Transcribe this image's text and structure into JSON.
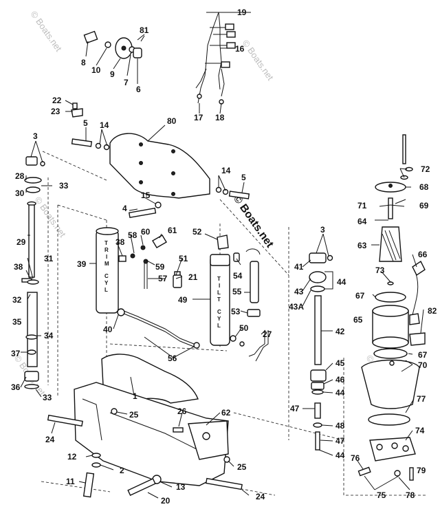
{
  "watermark": {
    "text": "© Boats.net",
    "text_center": "© Boats.net"
  },
  "cylinders": {
    "trim": [
      "T",
      "R",
      "I",
      "M",
      "C",
      "Y",
      "L"
    ],
    "tilt": [
      "T",
      "I",
      "L",
      "T",
      "C",
      "Y",
      "L"
    ]
  },
  "callouts": [
    {
      "id": "19",
      "text": "19"
    },
    {
      "id": "16",
      "text": "16"
    },
    {
      "id": "81",
      "text": "81"
    },
    {
      "id": "8",
      "text": "8"
    },
    {
      "id": "10",
      "text": "10"
    },
    {
      "id": "9",
      "text": "9"
    },
    {
      "id": "7",
      "text": "7"
    },
    {
      "id": "6",
      "text": "6"
    },
    {
      "id": "17",
      "text": "17"
    },
    {
      "id": "18",
      "text": "18"
    },
    {
      "id": "22",
      "text": "22"
    },
    {
      "id": "23",
      "text": "23"
    },
    {
      "id": "5a",
      "text": "5"
    },
    {
      "id": "14a",
      "text": "14"
    },
    {
      "id": "80",
      "text": "80"
    },
    {
      "id": "3a",
      "text": "3"
    },
    {
      "id": "72",
      "text": "72"
    },
    {
      "id": "14b",
      "text": "14"
    },
    {
      "id": "5b",
      "text": "5"
    },
    {
      "id": "28",
      "text": "28"
    },
    {
      "id": "33a",
      "text": "33"
    },
    {
      "id": "30",
      "text": "30"
    },
    {
      "id": "68",
      "text": "68"
    },
    {
      "id": "15",
      "text": "15"
    },
    {
      "id": "71",
      "text": "71"
    },
    {
      "id": "69",
      "text": "69"
    },
    {
      "id": "4",
      "text": "4"
    },
    {
      "id": "64",
      "text": "64"
    },
    {
      "id": "60",
      "text": "60"
    },
    {
      "id": "61",
      "text": "61"
    },
    {
      "id": "52",
      "text": "52"
    },
    {
      "id": "3b",
      "text": "3"
    },
    {
      "id": "58",
      "text": "58"
    },
    {
      "id": "29",
      "text": "29"
    },
    {
      "id": "38a",
      "text": "38"
    },
    {
      "id": "63",
      "text": "63"
    },
    {
      "id": "66",
      "text": "66"
    },
    {
      "id": "31",
      "text": "31"
    },
    {
      "id": "39",
      "text": "39"
    },
    {
      "id": "59",
      "text": "59"
    },
    {
      "id": "51",
      "text": "51"
    },
    {
      "id": "54",
      "text": "54"
    },
    {
      "id": "41",
      "text": "41"
    },
    {
      "id": "38b",
      "text": "38"
    },
    {
      "id": "57",
      "text": "57"
    },
    {
      "id": "21",
      "text": "21"
    },
    {
      "id": "73",
      "text": "73"
    },
    {
      "id": "44a",
      "text": "44"
    },
    {
      "id": "32",
      "text": "32"
    },
    {
      "id": "55",
      "text": "55"
    },
    {
      "id": "43",
      "text": "43"
    },
    {
      "id": "67a",
      "text": "67"
    },
    {
      "id": "49",
      "text": "49"
    },
    {
      "id": "43A",
      "text": "43A"
    },
    {
      "id": "82",
      "text": "82"
    },
    {
      "id": "35",
      "text": "35"
    },
    {
      "id": "53",
      "text": "53"
    },
    {
      "id": "65",
      "text": "65"
    },
    {
      "id": "34",
      "text": "34"
    },
    {
      "id": "40",
      "text": "40"
    },
    {
      "id": "50",
      "text": "50"
    },
    {
      "id": "42",
      "text": "42"
    },
    {
      "id": "27",
      "text": "27"
    },
    {
      "id": "37",
      "text": "37"
    },
    {
      "id": "56",
      "text": "56"
    },
    {
      "id": "67b",
      "text": "67"
    },
    {
      "id": "70",
      "text": "70"
    },
    {
      "id": "45",
      "text": "45"
    },
    {
      "id": "46",
      "text": "46"
    },
    {
      "id": "36",
      "text": "36"
    },
    {
      "id": "44b",
      "text": "44"
    },
    {
      "id": "33b",
      "text": "33"
    },
    {
      "id": "1",
      "text": "1"
    },
    {
      "id": "77",
      "text": "77"
    },
    {
      "id": "47a",
      "text": "47"
    },
    {
      "id": "25a",
      "text": "25"
    },
    {
      "id": "26",
      "text": "26"
    },
    {
      "id": "62",
      "text": "62"
    },
    {
      "id": "48",
      "text": "48"
    },
    {
      "id": "24a",
      "text": "24"
    },
    {
      "id": "47b",
      "text": "47"
    },
    {
      "id": "74",
      "text": "74"
    },
    {
      "id": "12",
      "text": "12"
    },
    {
      "id": "44c",
      "text": "44"
    },
    {
      "id": "2",
      "text": "2"
    },
    {
      "id": "76",
      "text": "76"
    },
    {
      "id": "11",
      "text": "11"
    },
    {
      "id": "25b",
      "text": "25"
    },
    {
      "id": "79",
      "text": "79"
    },
    {
      "id": "13",
      "text": "13"
    },
    {
      "id": "24b",
      "text": "24"
    },
    {
      "id": "75",
      "text": "75"
    },
    {
      "id": "20",
      "text": "20"
    },
    {
      "id": "78",
      "text": "78"
    }
  ]
}
